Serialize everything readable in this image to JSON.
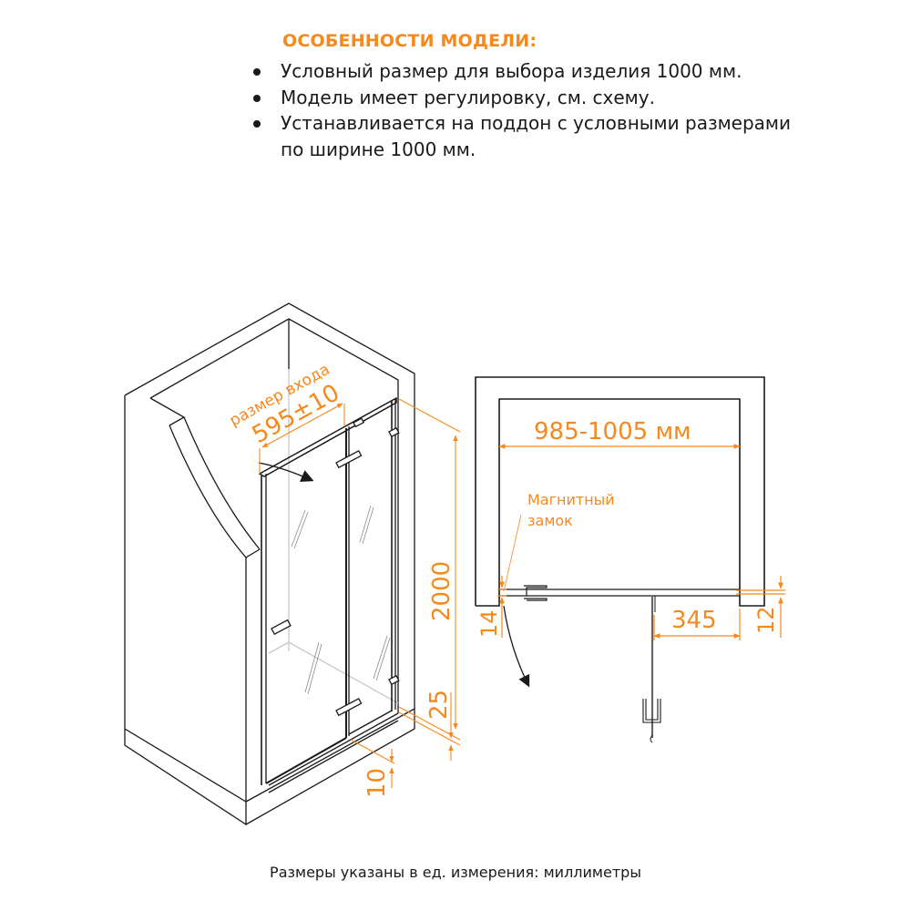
{
  "features": {
    "title": "ОСОБЕННОСТИ МОДЕЛИ:",
    "items": [
      {
        "lines": [
          "Условный размер для выбора изделия 1000 мм."
        ]
      },
      {
        "lines": [
          "Модель имеет регулировку, см. схему."
        ]
      },
      {
        "lines": [
          "Устанавливается на поддон с условными размерами",
          "по ширине 1000 мм."
        ]
      }
    ]
  },
  "iso_view": {
    "entry_label": "размер входа",
    "entry_value": "595±10",
    "height_value": "2000",
    "adjust_bottom_value": "25",
    "threshold_value": "10"
  },
  "plan_view": {
    "width_range": "985-1005 мм",
    "magnet_label_line1": "Магнитный",
    "magnet_label_line2": "замок",
    "left_gap_value": "14",
    "fixed_panel_value": "345",
    "right_gap_value": "12"
  },
  "colors": {
    "accent": "#f7881c",
    "line": "#1a1a1a",
    "ghost": "#c8c8c8"
  },
  "footer": {
    "note": "Размеры указаны в ед. измерения: миллиметры"
  }
}
